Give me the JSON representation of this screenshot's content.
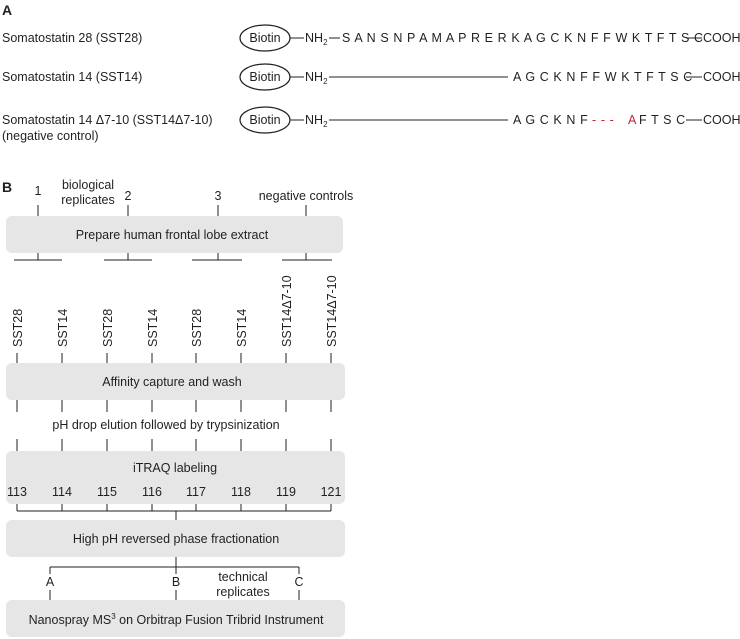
{
  "panel_a": {
    "label": "A",
    "rows": [
      {
        "name": "Somatostatin 28 (SST28)",
        "biotin": "Biotin",
        "nh2": "NH",
        "nh2_sub": "2",
        "sequence": "S A N S N P A M A P R E R K A G C K N F F W K T F T S C",
        "cooh": "COOH"
      },
      {
        "name": "Somatostatin 14 (SST14)",
        "biotin": "Biotin",
        "nh2": "NH",
        "nh2_sub": "2",
        "sequence": "A G C K N F F W K T F T S C",
        "cooh": "COOH"
      },
      {
        "name": "Somatostatin 14 Δ7-10 (SST14Δ7-10)",
        "name_line2": "(negative control)",
        "biotin": "Biotin",
        "nh2": "NH",
        "nh2_sub": "2",
        "sequence_start": "A G C K N F",
        "deleted": "- - -",
        "sequence_a": "A",
        "sequence_end": "F T S C",
        "cooh": "COOH"
      }
    ]
  },
  "panel_b": {
    "label": "B",
    "replicates": [
      "1",
      "2",
      "3"
    ],
    "biological_replicates": [
      "biological",
      "replicates"
    ],
    "negative_controls": "negative controls",
    "step1": "Prepare human frontal lobe extract",
    "samples": [
      "SST28",
      "SST14",
      "SST28",
      "SST14",
      "SST28",
      "SST14",
      "SST14Δ7-10",
      "SST14Δ7-10"
    ],
    "step2": "Affinity capture and wash",
    "step3": "pH drop elution followed by trypsinization",
    "step4": "iTRAQ labeling",
    "itraq_tags": [
      "113",
      "114",
      "115",
      "116",
      "117",
      "118",
      "119",
      "121"
    ],
    "step5": "High pH reversed phase fractionation",
    "technical": [
      "A",
      "B",
      "C"
    ],
    "technical_replicates": [
      "technical",
      "replicates"
    ],
    "step6_prefix": "Nanospray MS",
    "step6_sup": "3",
    "step6_suffix": " on Orbitrap Fusion Tribrid Instrument"
  }
}
